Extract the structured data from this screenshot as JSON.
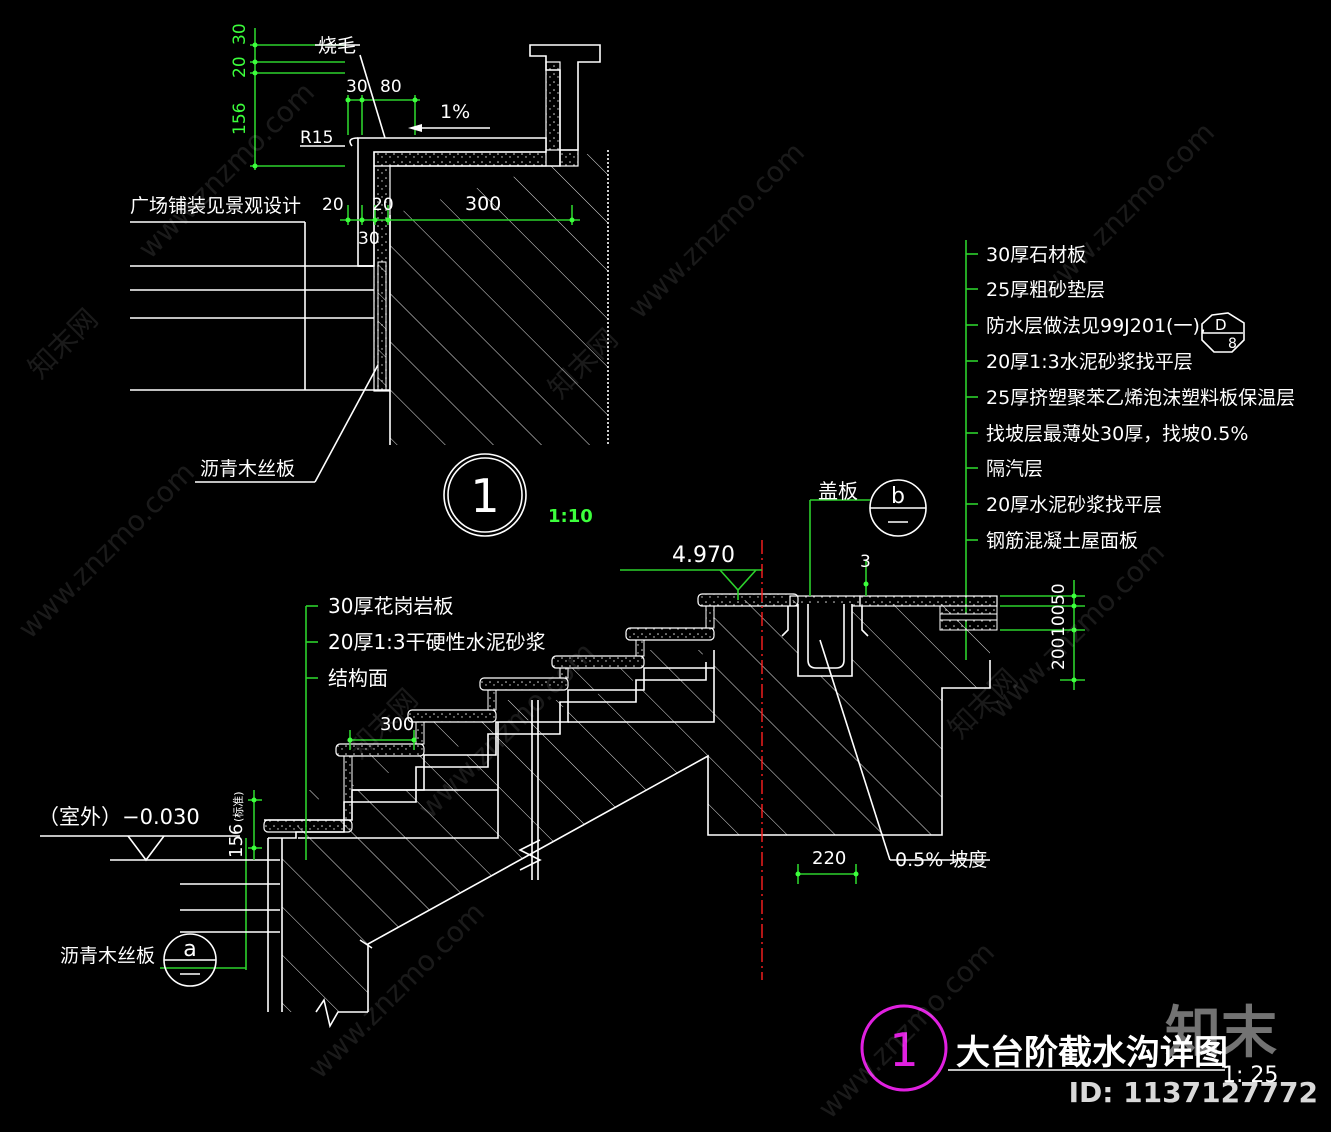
{
  "colors": {
    "background": "#000000",
    "dimension": "#2cd12c",
    "outline": "#ffffff",
    "axis": "#ff2020",
    "title_circle": "#e020e0"
  },
  "detail_top": {
    "dims_vertical": [
      "30",
      "20",
      "156"
    ],
    "label_shaomao": "烧毛",
    "dim_30": "30",
    "dim_80": "80",
    "slope": "1%",
    "radius": "R15",
    "plaza_note": "广场铺装见景观设计",
    "dim_bottom": [
      "20",
      "20",
      "300"
    ],
    "dim_30b": "30",
    "asphalt": "沥青木丝板",
    "circle_number": "1",
    "scale": "1:10"
  },
  "layers_right": [
    "30厚石材板",
    "25厚粗砂垫层",
    "防水层做法见99J201(一),",
    "20厚1:3水泥砂浆找平层",
    "25厚挤塑聚苯乙烯泡沫塑料板保温层",
    "找坡层最薄处30厚，找坡0.5%",
    "隔汽层",
    "20厚水泥砂浆找平层",
    "钢筋混凝土屋面板"
  ],
  "detail_ref_d": {
    "top": "D",
    "bottom": "8"
  },
  "main": {
    "cover_plate": "盖板",
    "ref_b": "b",
    "elevation_top": "4.970",
    "dim_3": "3",
    "dims_right": [
      "50",
      "100",
      "200"
    ],
    "step_layers": [
      "30厚花岗岩板",
      "20厚1:3干硬性水泥砂浆",
      "结构面"
    ],
    "dim_300": "300",
    "outdoor_label": "（室外）−0.030",
    "step_height": "156",
    "step_height_note": "(标准)",
    "asphalt": "沥青木丝板",
    "ref_a": "a",
    "dim_220": "220",
    "slope_label": "0.5% 坡度"
  },
  "title": {
    "number": "1",
    "text": "大台阶截水沟详图",
    "scale": "1: 25"
  },
  "watermark": {
    "brand": "知末",
    "id": "ID: 1137127772",
    "site": "www.znzmo.com",
    "site_cn": "知末网"
  }
}
